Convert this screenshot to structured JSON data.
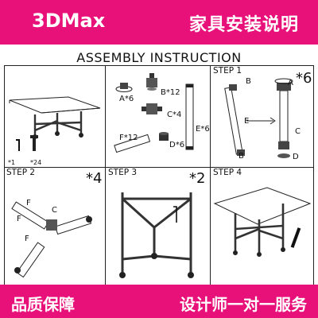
{
  "header": {
    "brand": "3DMax",
    "title": "家具安装说明"
  },
  "footer": {
    "left": "品质保障",
    "right": "设计师一对一服务"
  },
  "sheet": {
    "title": "ASSEMBLY INSTRUCTION",
    "panel1": {
      "screw_count": "*1",
      "bolt_count": "*24"
    },
    "parts": {
      "a": "A*6",
      "b": "B*12",
      "c": "C*4",
      "d": "D*6",
      "e": "E*6",
      "f": "F*12"
    },
    "step1": {
      "title": "STEP 1",
      "count": "*6",
      "labels": {
        "a": "A",
        "b": "B",
        "c": "C",
        "d": "D",
        "e": "E"
      }
    },
    "step2": {
      "title": "STEP 2",
      "count": "*4",
      "labels": {
        "f1": "F",
        "c": "C",
        "f2": "F",
        "f3": "F"
      }
    },
    "step3": {
      "title": "STEP 3",
      "count": "*2"
    },
    "step4": {
      "title": "STEP 4"
    }
  },
  "colors": {
    "accent": "#e8117a",
    "line": "#222222"
  }
}
